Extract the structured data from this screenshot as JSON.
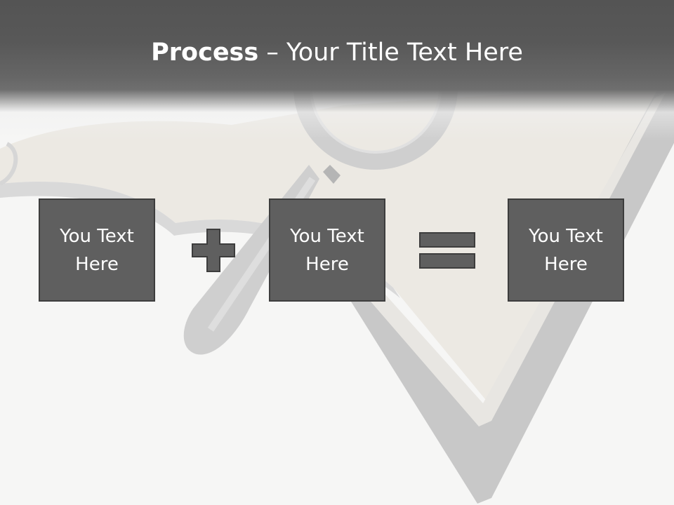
{
  "title": {
    "bold": "Process",
    "dash": " – ",
    "rest": "Your Title Text Here"
  },
  "boxes": [
    {
      "text": "You Text Here"
    },
    {
      "text": "You Text Here"
    },
    {
      "text": "You Text Here"
    }
  ],
  "operators": [
    "plus",
    "equals"
  ],
  "colors": {
    "header": "#545454",
    "box_fill": "#5f5f5f",
    "box_border": "#3d3d3d",
    "background": "#f6f6f5",
    "title_text": "#ffffff"
  }
}
